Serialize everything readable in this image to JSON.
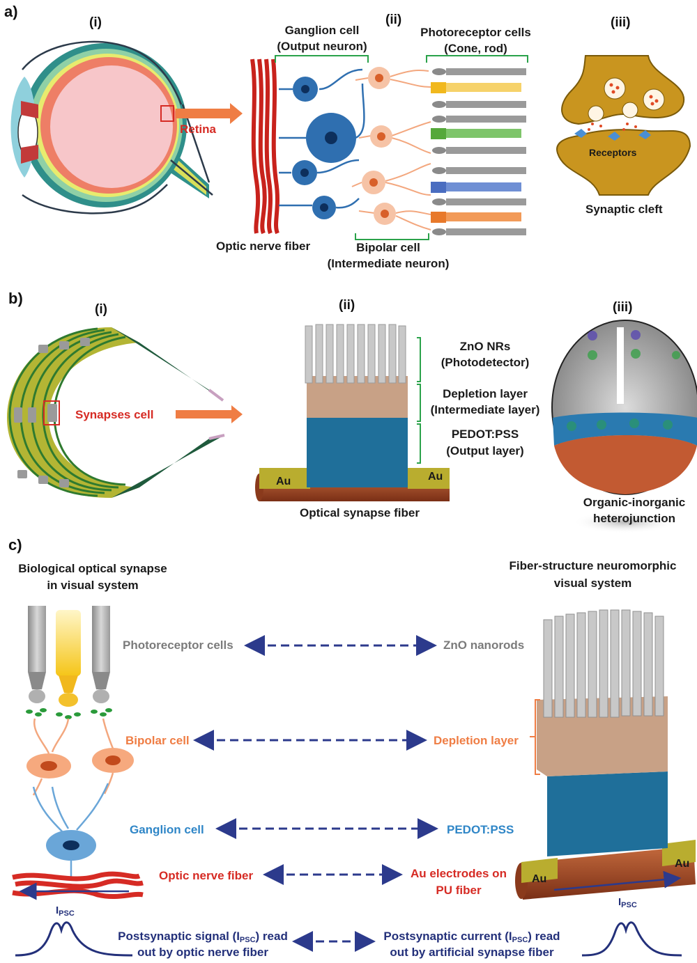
{
  "panel_a": {
    "letter": "a)",
    "sub_i": "(i)",
    "sub_ii": "(ii)",
    "sub_iii": "(iii)",
    "retina": "Retina",
    "ganglion_1": "Ganglion cell",
    "ganglion_2": "(Output neuron)",
    "photoreceptor_1": "Photoreceptor cells",
    "photoreceptor_2": "(Cone, rod)",
    "optic_nerve": "Optic nerve fiber",
    "bipolar_1": "Bipolar cell",
    "bipolar_2": "(Intermediate neuron)",
    "receptors": "Receptors",
    "synaptic_cleft": "Synaptic cleft"
  },
  "panel_b": {
    "letter": "b)",
    "sub_i": "(i)",
    "sub_ii": "(ii)",
    "sub_iii": "(iii)",
    "synapses_cell": "Synapses cell",
    "zno_1": "ZnO NRs",
    "zno_2": "(Photodetector)",
    "depletion_1": "Depletion layer",
    "depletion_2": "(Intermediate layer)",
    "pedot_1": "PEDOT:PSS",
    "pedot_2": "(Output layer)",
    "au_left": "Au",
    "au_right": "Au",
    "fiber": "Optical synapse fiber",
    "hetero_1": "Organic-inorganic",
    "hetero_2": "heterojunction"
  },
  "panel_c": {
    "letter": "c)",
    "bio_title_1": "Biological optical synapse",
    "bio_title_2": "in visual system",
    "fiber_title_1": "Fiber-structure neuromorphic",
    "fiber_title_2": "visual system",
    "photoreceptor": "Photoreceptor cells",
    "zno": "ZnO nanorods",
    "bipolar": "Bipolar cell",
    "depletion": "Depletion layer",
    "ganglion": "Ganglion cell",
    "pedot": "PEDOT:PSS",
    "optic_nerve": "Optic nerve fiber",
    "au_elec_1": "Au electrodes on",
    "au_elec_2": "PU fiber",
    "ipsc_main": "I",
    "ipsc_sub": "PSC",
    "au_left": "Au",
    "au_right": "Au",
    "post_left_1a": "Postsynaptic signal (I",
    "post_left_1b": "PSC",
    "post_left_1c": ") read",
    "post_left_2": "out by optic nerve fiber",
    "post_right_1a": "Postsynaptic current (I",
    "post_right_1b": "PSC",
    "post_right_1c": ") read",
    "post_right_2": "out by artificial synapse fiber"
  },
  "colors": {
    "retina_red": "#d62b24",
    "bipolar_orange": "#ef7d44",
    "ganglion_blue": "#2f86c7",
    "arrow_navy": "#23307a",
    "gold": "#b8860b",
    "pedot_blue": "#1f6f9a",
    "au_yellow": "#b9ad2f"
  }
}
